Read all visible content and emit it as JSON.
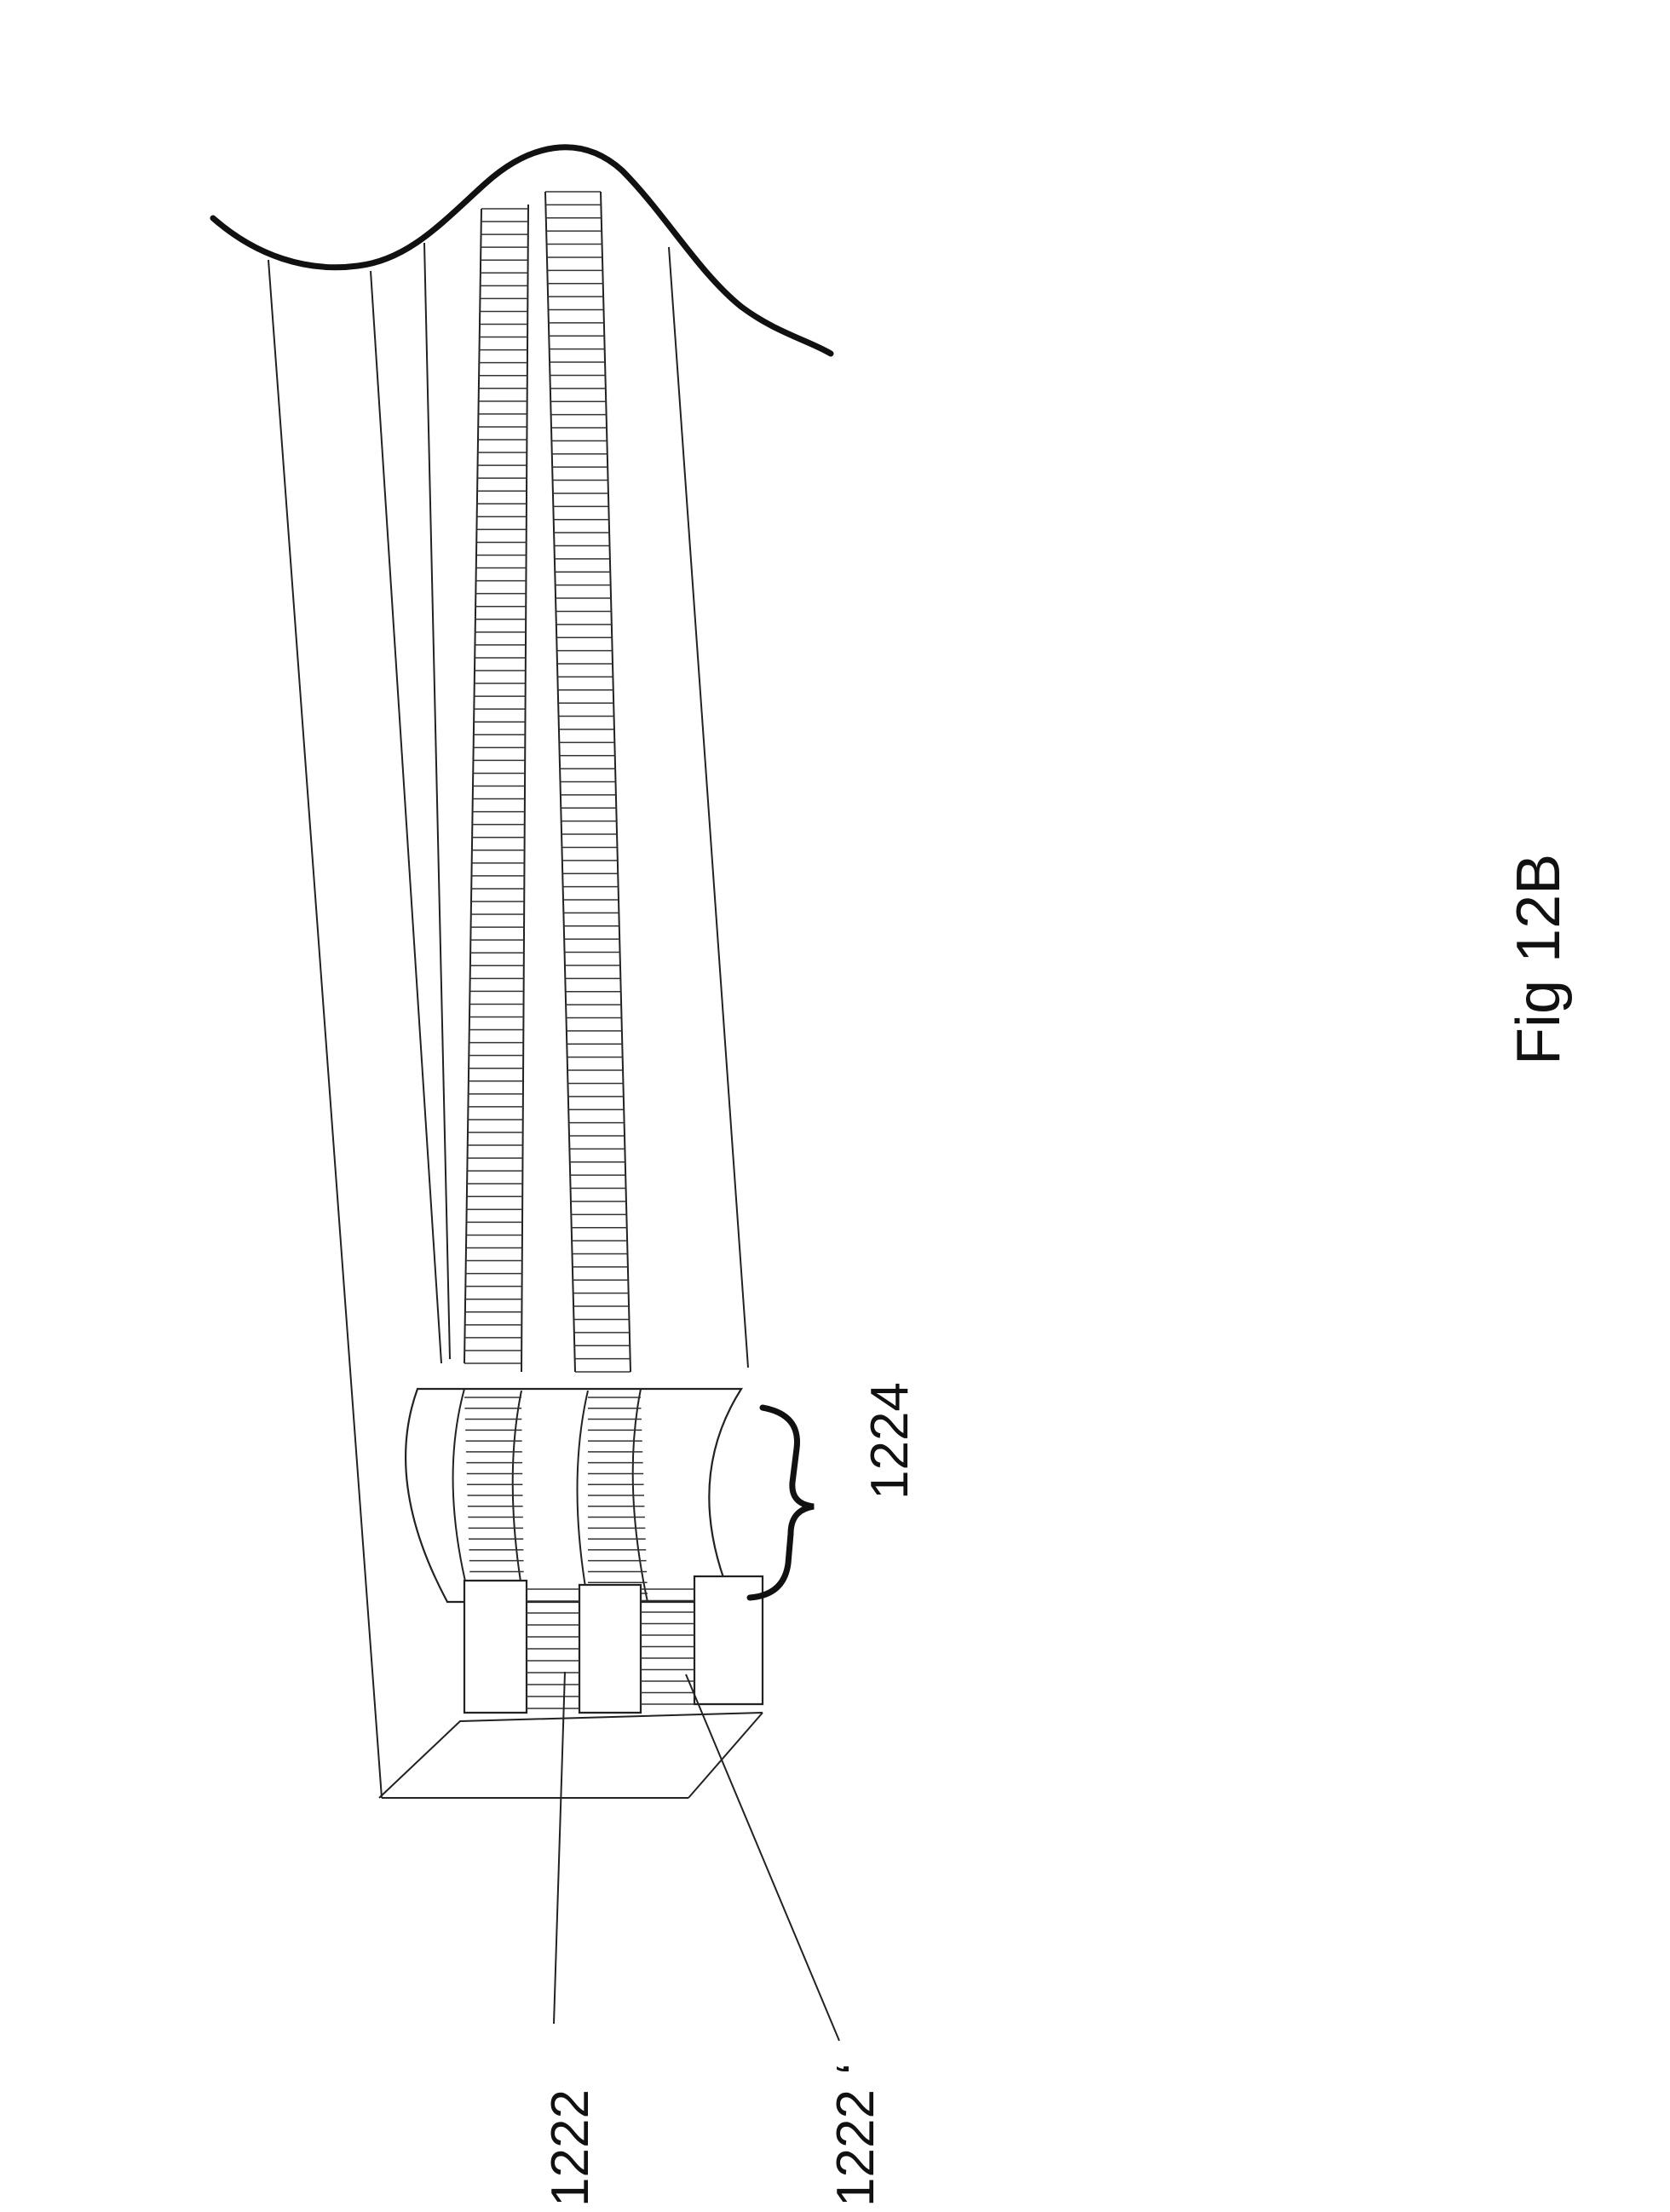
{
  "figure": {
    "caption": "Fig 12B",
    "labels": {
      "electrode_a": "1222",
      "electrode_b": "1222 ‘",
      "region": "1224"
    }
  }
}
